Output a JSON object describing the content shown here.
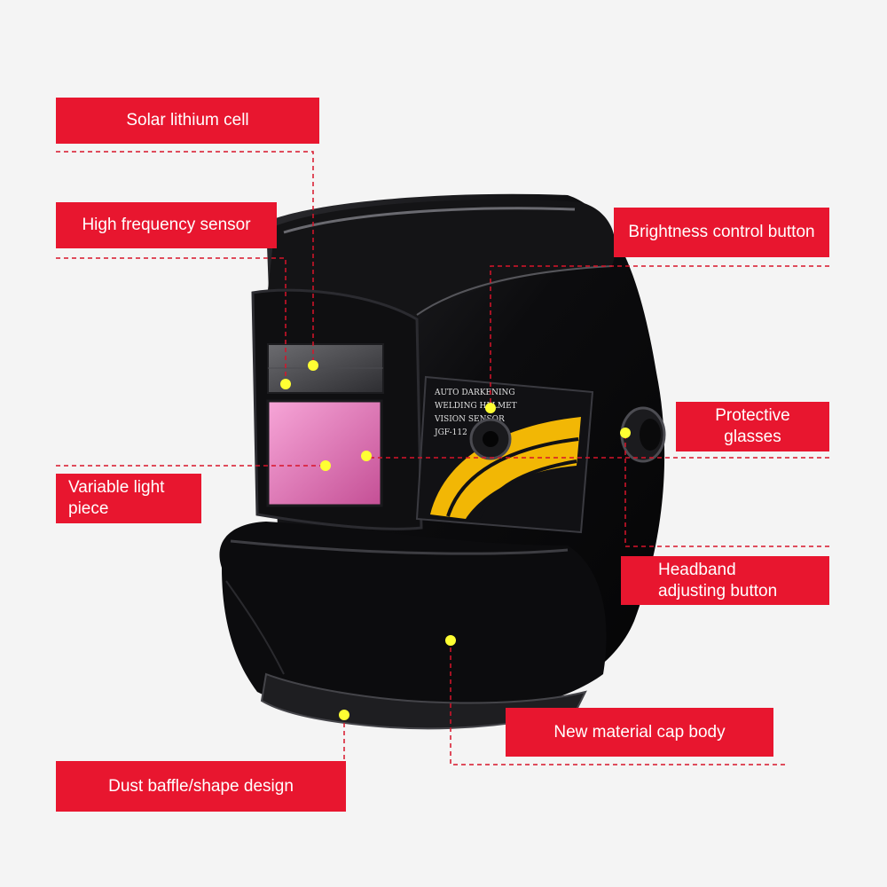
{
  "labels": {
    "solar_cell": "Solar lithium cell",
    "hf_sensor": "High frequency sensor",
    "brightness_button": "Brightness control button",
    "protective_glasses_1": "Protective",
    "protective_glasses_2": "glasses",
    "variable_light_1": "Variable light",
    "variable_light_2": "piece",
    "headband_1": "Headband",
    "headband_2": "adjusting button",
    "cap_body": "New material cap body",
    "dust_baffle": "Dust baffle/shape design"
  },
  "panel_text": {
    "line1": "AUTO DARKENING",
    "line2": "WELDING HELMET",
    "line3": "VISION SENSOR",
    "line4": "JGF-112"
  },
  "colors": {
    "label_bg": "#e8162f",
    "label_text": "#ffffff",
    "marker": "#ffff33",
    "leader": "#d8142a",
    "helmet": "#0b0b0d",
    "lens": "#e26fb0",
    "accent": "#f2b705"
  }
}
